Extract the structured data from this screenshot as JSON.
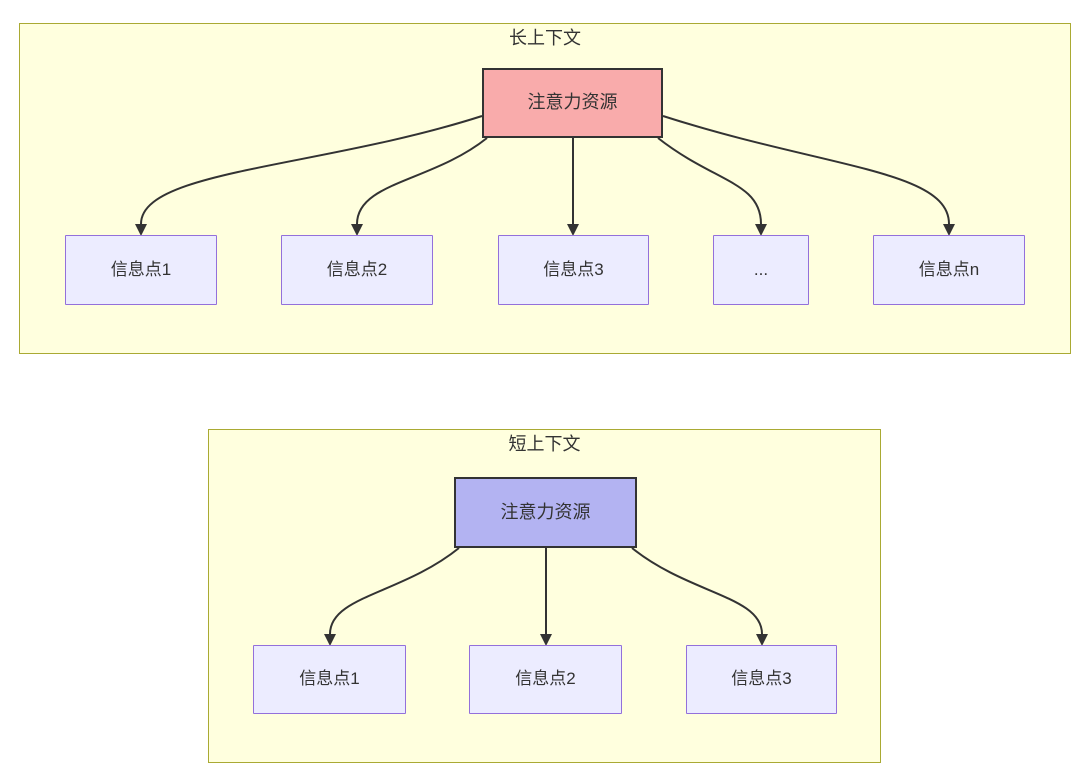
{
  "diagram": {
    "type": "flowchart",
    "colors": {
      "canvas_bg": "#ffffff",
      "cluster_fill": "#ffffde",
      "cluster_border": "#aaaa33",
      "node_fill": "#ececff",
      "node_border": "#9370db",
      "edge": "#333333",
      "text": "#333333"
    },
    "sections": [
      {
        "title": "长上下文",
        "attention": {
          "label": "注意力资源",
          "fill": "#f9abab",
          "border": "#333333"
        },
        "nodes": [
          {
            "label": "信息点1"
          },
          {
            "label": "信息点2"
          },
          {
            "label": "信息点3"
          },
          {
            "label": "..."
          },
          {
            "label": "信息点n"
          }
        ]
      },
      {
        "title": "短上下文",
        "attention": {
          "label": "注意力资源",
          "fill": "#b3b3f2",
          "border": "#333333"
        },
        "nodes": [
          {
            "label": "信息点1"
          },
          {
            "label": "信息点2"
          },
          {
            "label": "信息点3"
          }
        ]
      }
    ]
  }
}
